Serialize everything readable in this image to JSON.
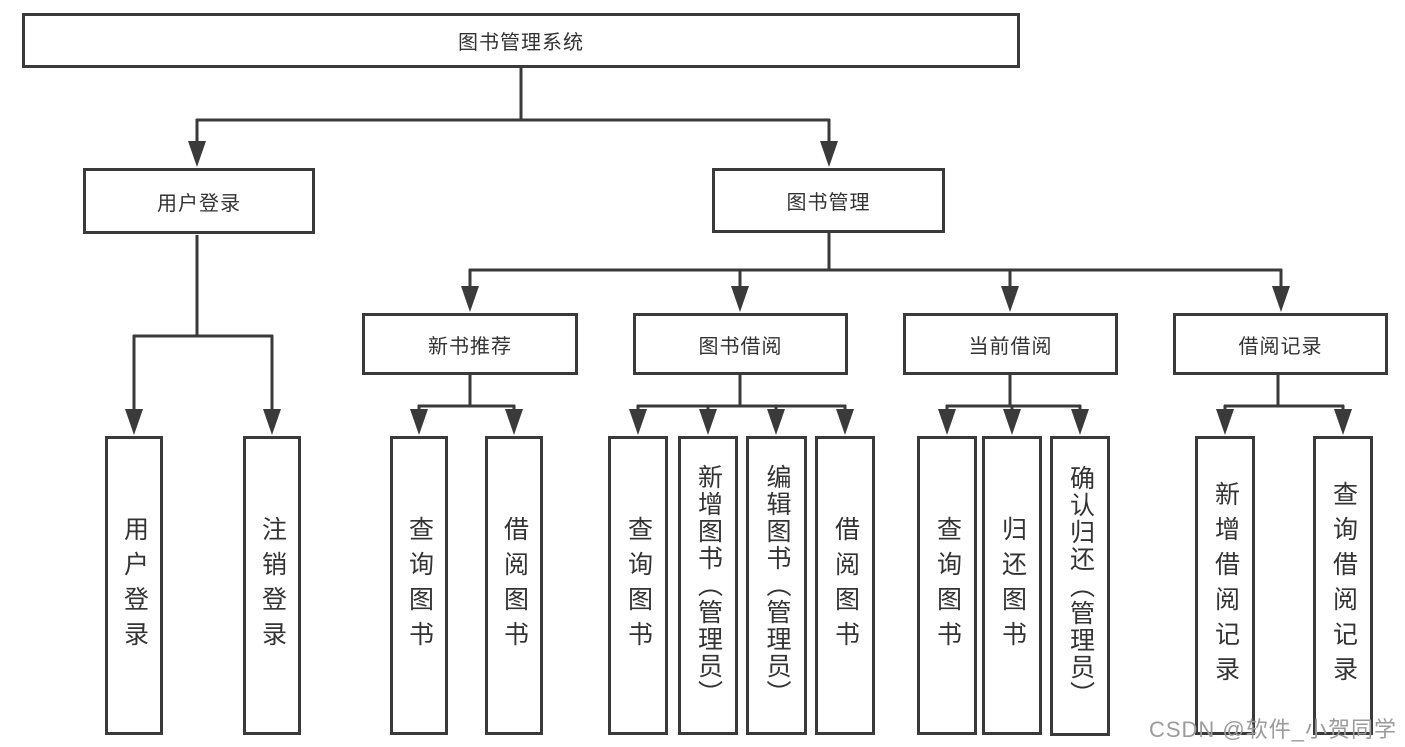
{
  "diagram": {
    "root": "图书管理系统",
    "user_login": {
      "label": "用户登录",
      "children": [
        "用户登录",
        "注销登录"
      ]
    },
    "book_management": {
      "label": "图书管理",
      "sections": [
        {
          "label": "新书推荐",
          "children": [
            "查询图书",
            "借阅图书"
          ]
        },
        {
          "label": "图书借阅",
          "children": [
            "查询图书",
            "新增图书（管理员）",
            "编辑图书（管理员）",
            "借阅图书"
          ]
        },
        {
          "label": "当前借阅",
          "children": [
            "查询图书",
            "归还图书",
            "确认归还（管理员）"
          ]
        },
        {
          "label": "借阅记录",
          "children": [
            "新增借阅记录",
            "查询借阅记录"
          ]
        }
      ]
    }
  },
  "watermark": "CSDN @软件_小贺同学",
  "colors": {
    "line": "#3a3a3a",
    "text": "#333333",
    "watermark": "#9b9b9b"
  }
}
